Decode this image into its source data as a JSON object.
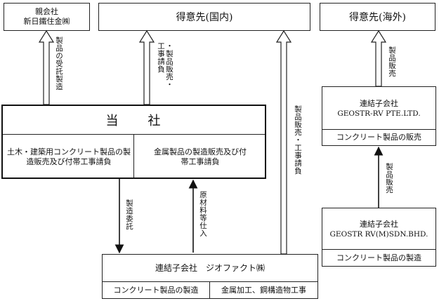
{
  "boxes": {
    "parent": {
      "line1": "親会社",
      "line2": "新日鐵住金㈱"
    },
    "domestic": {
      "title": "得意先(国内)"
    },
    "overseas": {
      "title": "得意先(海外)"
    },
    "company": {
      "title": "当　　社",
      "business_left": "土木・建築用コンクリート製品の製造販売及び付帯工事請負",
      "business_right": "金属製品の製造販売及び付帯工事請負"
    },
    "sub_pte": {
      "line1": "連結子会社",
      "line2": "GEOSTR-RV PTE.LTD.",
      "business": "コンクリート製品の販売"
    },
    "sub_sdn": {
      "line1": "連結子会社",
      "line2": "GEOSTR RV(M)SDN.BHD.",
      "business": "コンクリート製品の製造"
    },
    "geofact": {
      "title": "連結子会社　ジオファクト㈱",
      "business_left": "コンクリート製品の製造",
      "business_right": "金属加工、鋼構造物工事"
    }
  },
  "flows": {
    "to_parent": "製品の受託製造",
    "to_domestic_from_company": "・製品販売・工事請負",
    "to_domestic_from_geofact": "製品販売・工事請負",
    "pte_to_overseas": "製品販売",
    "sdn_to_pte": "製品販売",
    "company_to_geofact": "製造委託",
    "geofact_to_company": "原材料等仕入"
  }
}
